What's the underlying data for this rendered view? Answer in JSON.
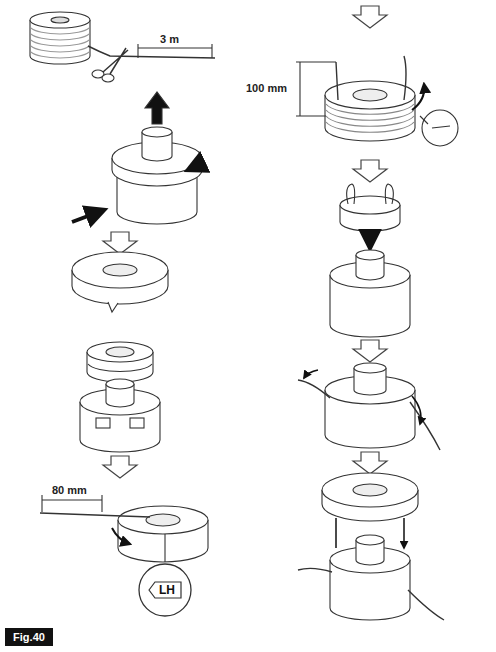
{
  "diagram": {
    "nodes": [
      {
        "text": [
          "Fig.40"
        ]
      },
      {
        "text": [
          "LH"
        ]
      }
    ],
    "labels": [
      "3 m",
      "100 mm",
      "80 mm"
    ]
  }
}
